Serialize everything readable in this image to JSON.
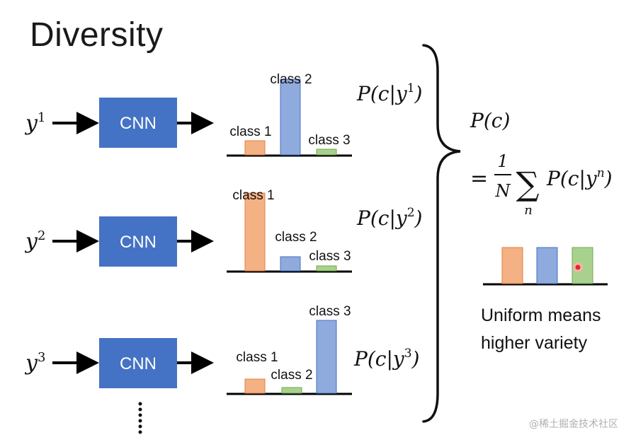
{
  "title": "Diversity",
  "rows": [
    {
      "input": {
        "base": "y",
        "sup": "1"
      },
      "block_label": "CNN",
      "prob_label": {
        "base": "P(c|y",
        "sup": "1",
        "close": ")"
      },
      "bars": [
        {
          "label": "class 1",
          "value": 0.17,
          "color": "#F4B183"
        },
        {
          "label": "class 2",
          "value": 0.91,
          "color": "#8FAADC"
        },
        {
          "label": "class 3",
          "value": 0.07,
          "color": "#A9D18E"
        }
      ]
    },
    {
      "input": {
        "base": "y",
        "sup": "2"
      },
      "block_label": "CNN",
      "prob_label": {
        "base": "P(c|y",
        "sup": "2",
        "close": ")"
      },
      "bars": [
        {
          "label": "class 1",
          "value": 0.93,
          "color": "#F4B183"
        },
        {
          "label": "class 2",
          "value": 0.17,
          "color": "#8FAADC"
        },
        {
          "label": "class 3",
          "value": 0.06,
          "color": "#A9D18E"
        }
      ]
    },
    {
      "input": {
        "base": "y",
        "sup": "3"
      },
      "block_label": "CNN",
      "prob_label": {
        "base": "P(c|y",
        "sup": "3",
        "close": ")"
      },
      "bars": [
        {
          "label": "class 1",
          "value": 0.17,
          "color": "#F4B183"
        },
        {
          "label": "class 2",
          "value": 0.07,
          "color": "#A9D18E"
        },
        {
          "label": "class 3",
          "value": 0.87,
          "color": "#8FAADC"
        }
      ]
    }
  ],
  "ellipsis": "⋮",
  "formula": {
    "pc": "P(c)",
    "equals": "=",
    "numerator": "1",
    "denominator": "N",
    "sum_symbol": "∑",
    "sum_index": "n",
    "term_base": "P(c|y",
    "term_sup": "n",
    "term_close": ")"
  },
  "uniform_bars": [
    {
      "value": 1.0,
      "color": "#F4B183"
    },
    {
      "value": 1.0,
      "color": "#8FAADC"
    },
    {
      "value": 1.0,
      "color": "#A9D18E"
    }
  ],
  "caption_line1": "Uniform means",
  "caption_line2": "higher variety",
  "watermark": "@稀土掘金技术社区",
  "colors": {
    "cnn_fill": "#4472C4",
    "cnn_text": "#ffffff",
    "arrow": "#000000",
    "baseline": "#000000",
    "orange_border": "#E07F45",
    "blue_border": "#4472C4",
    "green_border": "#6FA84B",
    "cursor_dot": "#E8261E"
  }
}
